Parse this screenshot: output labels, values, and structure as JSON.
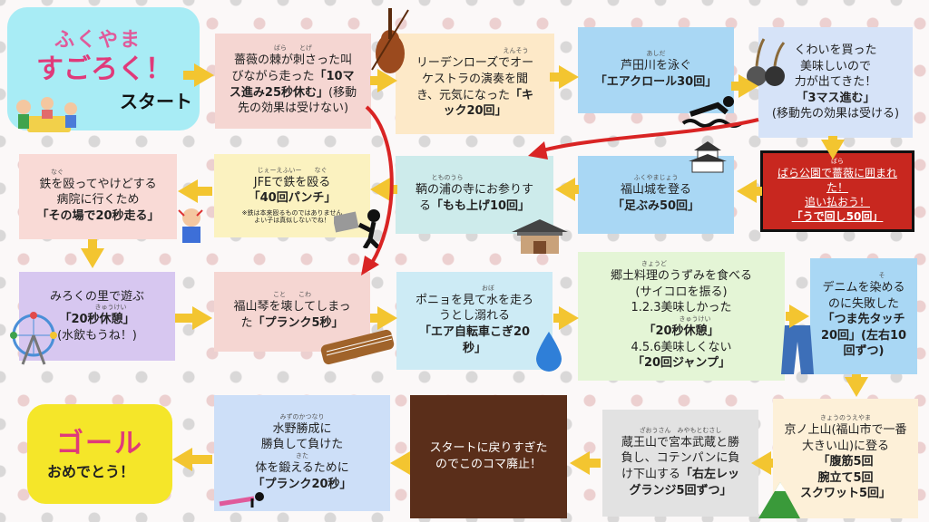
{
  "start": {
    "line1": "ふくやま",
    "line2": "すごろく！",
    "label": "スタート"
  },
  "goal": {
    "title": "ゴール",
    "sub": "おめでとう！"
  },
  "squares": {
    "bara": {
      "ruby": "ばら　　とげ",
      "l1": "薔薇の棘が刺さった叫",
      "l2": "びながら走った",
      "b1": "「10マ",
      "b2": "ス進み25秒休む」",
      "l3": "(移動",
      "l4": "先の効果は受けない)"
    },
    "lily": {
      "ruby": "えんそう",
      "l1": "リーデンローズでオー",
      "l2": "ケストラの演奏を聞",
      "l3": "き、元気になった",
      "b1": "「キ",
      "b2": "ック20回」"
    },
    "ashida": {
      "ruby": "あしだ",
      "l1": "芦田川を泳ぐ",
      "b1": "「エアクロール30回」"
    },
    "kuwai": {
      "l1": "くわいを買った",
      "l2": "美味しいので",
      "l3": "力が出てきた！",
      "b1": "「3マス進む」",
      "l4": "(移動先の効果は受ける)"
    },
    "tomo": {
      "ruby": "とものうら",
      "l1": "鞆の浦の寺にお参りす",
      "l2": "る",
      "b1": "「もも上げ10回」"
    },
    "castle": {
      "ruby": "ふくやまじょう",
      "l1": "福山城を登る",
      "b1": "「足ぶみ50回」"
    },
    "rose": {
      "ruby": "ばら",
      "l1": "ばら公園で薔薇に囲まれた！",
      "l2": "追い払おう！",
      "b1": "「うで回し50回」"
    },
    "jfe": {
      "ruby": "じぇーえふいー　　なぐ",
      "l1": "JFEで鉄を殴る",
      "b1": "「40回パンチ」",
      "s1": "※鉄は本来殴るものではありません",
      "s2": "よい子は真似しないでね！"
    },
    "tetsu": {
      "ruby": "なぐ",
      "l1": "鉄を殴ってやけどする",
      "l2": "病院に行くため",
      "b1": "「その場で20秒走る」"
    },
    "miroku": {
      "ruby": "きゅうけい",
      "l1": "みろくの里で遊ぶ",
      "b1": "「20秒休憩」",
      "l2": "(水飲もうね！)"
    },
    "koto": {
      "ruby": "こと　　こわ",
      "l1": "福山琴を壊してしまっ",
      "l2": "た",
      "b1": "「プランク5秒」"
    },
    "ponyo": {
      "ruby": "おぼ",
      "l1": "ポニョを見て水を走ろ",
      "l2": "うとし溺れる",
      "b1": "「エア自転車こぎ20",
      "b2": "秒」"
    },
    "uzumi": {
      "ruby": "きょうど",
      "l1": "郷土料理のうずみを食べる",
      "l2": "(サイコロを振る)",
      "l3": "1.2.3美味しかった",
      "ruby2": "きゅうけい",
      "b1": "「20秒休憩」",
      "l4": "4.5.6美味しくない",
      "b2": "「20回ジャンプ」"
    },
    "denim": {
      "ruby": "そ",
      "l1": "デニムを染める",
      "l2": "のに失敗した",
      "b1": "「つま先タッチ",
      "b2": "20回」(左右10",
      "b3": "回ずつ)"
    },
    "kyono": {
      "ruby": "きょうのうえやま",
      "l1": "京ノ上山(福山市で一番",
      "l2": "大きい山)に登る",
      "b1": "「腹筋5回",
      "b2": "腕立て5回",
      "b3": "スクワット5回」"
    },
    "zao": {
      "ruby": "ざおうさん　みやもとむさし",
      "l1": "蔵王山で宮本武蔵と勝",
      "l2": "負し、コテンパンに負",
      "l3": "け下山する",
      "b1": "「右左レッ",
      "b2": "グランジ5回ずつ」"
    },
    "modori": {
      "l1": "スタートに戻りすぎた",
      "l2": "のでこのコマ廃止！"
    },
    "mizuno": {
      "ruby": "みずのかつなり",
      "l1": "水野勝成に",
      "l2": "勝負して負けた",
      "ruby2": "きた",
      "l3": "体を鍛えるために",
      "b1": "「プランク20秒」"
    }
  },
  "colors": {
    "arrow": "#f3c530",
    "jump": "#d92424"
  }
}
